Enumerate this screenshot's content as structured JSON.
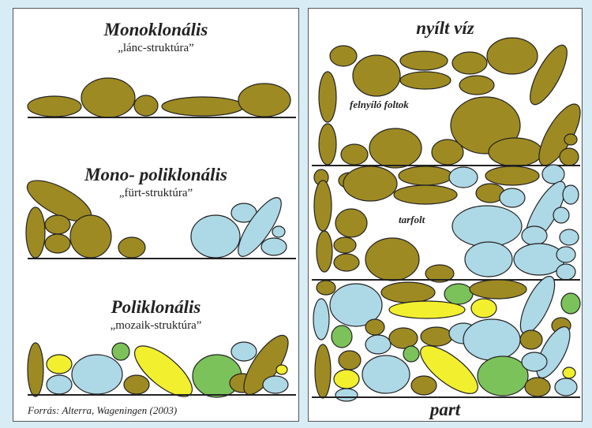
{
  "colors": {
    "olive": "#9e8a22",
    "light_blue": "#add8e6",
    "yellow": "#f2ef2e",
    "green": "#7cc25a",
    "background": "#d7ecf5"
  },
  "left": {
    "mono": {
      "title": "Monoklonális",
      "subtitle": "„lánc-struktúra”"
    },
    "mid": {
      "title": "Mono- poliklonális",
      "subtitle": "„fürt-struktúra”"
    },
    "poly": {
      "title": "Poliklonális",
      "subtitle": "„mozaik-struktúra”"
    },
    "source": "Forrás: Alterra, Wageningen (2003)"
  },
  "right": {
    "top": "nyílt víz",
    "bottom": "part",
    "label_open": "felnyíló foltok",
    "label_gap": "tarfolt"
  }
}
